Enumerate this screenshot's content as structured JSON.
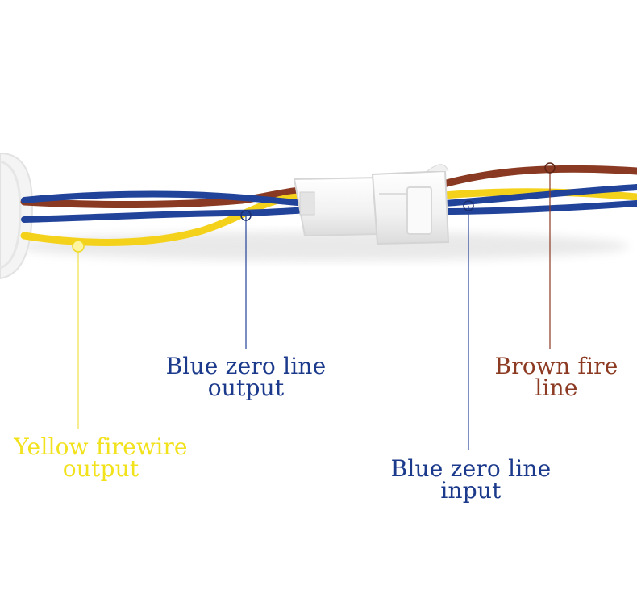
{
  "labels": {
    "blue_output": {
      "line1": "Blue zero line",
      "line2": "output",
      "color": "#1c3a8c"
    },
    "brown_fire": {
      "line1": "Brown fire",
      "line2": "line",
      "color": "#8c3a22"
    },
    "yellow_output": {
      "line1": "Yellow firewire",
      "line2": "output",
      "color": "#f2e21c"
    },
    "blue_input": {
      "line1": "Blue zero line",
      "line2": "input",
      "color": "#1c3a8c"
    }
  },
  "colors": {
    "brown_wire": "#8a3a22",
    "blue_wire": "#22439a",
    "yellow_wire": "#f4d21c",
    "connector": "#f7f7f7"
  }
}
